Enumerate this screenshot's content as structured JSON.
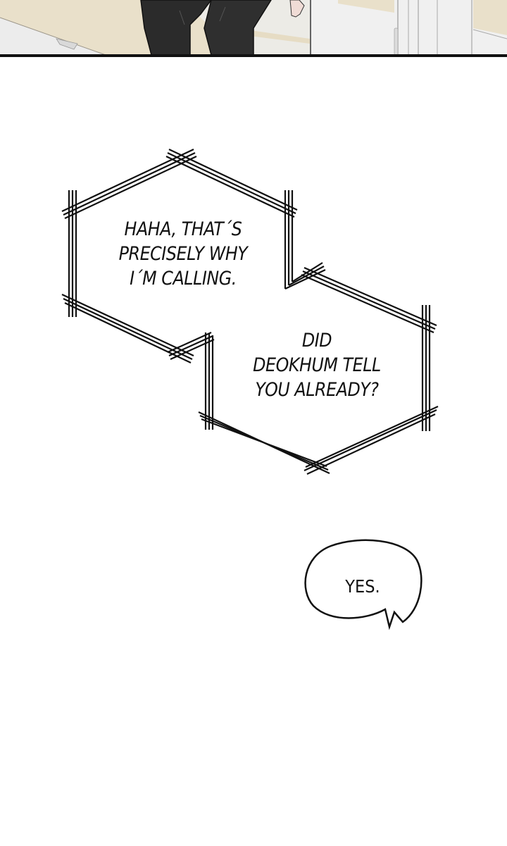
{
  "page": {
    "type": "webtoon-panel",
    "background": "#ffffff"
  },
  "top_panel": {
    "description": "Cropped illustration: lower legs of a person in black trousers leaning, hand on door, beige floor and white door frame",
    "colors": {
      "floor": "#e9e0ca",
      "trousers": "#2b2b2b",
      "door": "#f1f1f1",
      "border": "#111111"
    }
  },
  "bubbles": [
    {
      "shape": "hexagon-triple-line",
      "lines": [
        "HAHA, THAT´S",
        "PRECISELY WHY",
        "I´M CALLING."
      ]
    },
    {
      "shape": "hexagon-triple-line",
      "lines": [
        "DID",
        "DEOKHUM TELL",
        "YOU ALREADY?"
      ]
    },
    {
      "shape": "round-speech-with-tail",
      "lines": [
        "YES."
      ]
    }
  ]
}
